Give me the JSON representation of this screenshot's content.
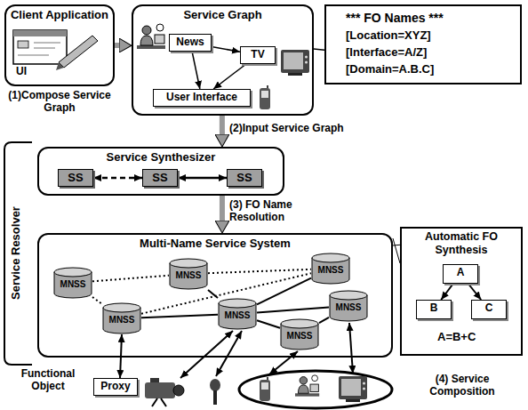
{
  "diagram": {
    "nodes": [
      {
        "text": [
          "Client Application"
        ]
      },
      {
        "text": [
          "Service Graph"
        ]
      },
      {
        "text": [
          "News"
        ],
        "in": 1
      },
      {
        "text": [
          "TV"
        ],
        "in": 1
      },
      {
        "text": [
          "User Interface"
        ],
        "in": 1
      },
      {
        "text": [
          "*** FO Names ***",
          "[Location=XYZ]",
          "[Interface=A/Z]",
          "[Domain=A.B.C]"
        ]
      },
      {
        "text": [
          "Service Synthesizer"
        ]
      },
      {
        "text": [
          "SS"
        ],
        "in": 6
      },
      {
        "text": [
          "SS"
        ],
        "in": 6
      },
      {
        "text": [
          "SS"
        ],
        "in": 6
      },
      {
        "text": [
          "Multi-Name Service System"
        ]
      },
      {
        "text": [
          "MNSS"
        ],
        "in": 10
      },
      {
        "text": [
          "MNSS"
        ],
        "in": 10
      },
      {
        "text": [
          "MNSS"
        ],
        "in": 10
      },
      {
        "text": [
          "MNSS"
        ],
        "in": 10
      },
      {
        "text": [
          "MNSS"
        ],
        "in": 10
      },
      {
        "text": [
          "MNSS"
        ],
        "in": 10
      },
      {
        "text": [
          "MNSS"
        ],
        "in": 10
      },
      {
        "text": [
          "Automatic FO Synthesis"
        ]
      },
      {
        "text": [
          "A"
        ],
        "in": 18
      },
      {
        "text": [
          "B"
        ],
        "in": 18
      },
      {
        "text": [
          "C"
        ],
        "in": 18
      },
      {
        "text": [
          "Proxy"
        ]
      }
    ],
    "edges": [
      {
        "from": 0,
        "to": 1,
        "arrow": "to"
      },
      {
        "from": 2,
        "to": 3,
        "arrow": "to"
      },
      {
        "from": 2,
        "to": 4,
        "arrow": "to"
      },
      {
        "from": 3,
        "to": 4,
        "arrow": "to"
      },
      {
        "from": 1,
        "to": 5,
        "arrow": "none"
      },
      {
        "from": 1,
        "to": 6,
        "arrow": "to"
      },
      {
        "from": 7,
        "to": 8,
        "arrow": "both"
      },
      {
        "from": 8,
        "to": 9,
        "arrow": "both"
      },
      {
        "from": 6,
        "to": 10,
        "arrow": "to"
      },
      {
        "from": 11,
        "to": 12,
        "arrow": "none"
      },
      {
        "from": 11,
        "to": 14,
        "arrow": "none"
      },
      {
        "from": 12,
        "to": 13,
        "arrow": "none"
      },
      {
        "from": 14,
        "to": 13,
        "arrow": "none"
      },
      {
        "from": 12,
        "to": 15,
        "arrow": "none"
      },
      {
        "from": 14,
        "to": 15,
        "arrow": "none"
      },
      {
        "from": 15,
        "to": 13,
        "arrow": "none"
      },
      {
        "from": 15,
        "to": 16,
        "arrow": "none"
      },
      {
        "from": 15,
        "to": 17,
        "arrow": "none"
      },
      {
        "from": 16,
        "to": 17,
        "arrow": "none"
      },
      {
        "from": 10,
        "to": 18,
        "arrow": "none"
      },
      {
        "from": 19,
        "to": 20,
        "arrow": "to"
      },
      {
        "from": 19,
        "to": 21,
        "arrow": "to"
      },
      {
        "from": 14,
        "to": 22,
        "arrow": "both"
      }
    ],
    "labels": [
      "UI",
      "(1)Compose Service Graph",
      "(2)Input Service Graph",
      "(3) FO Name Resolution",
      "Service Resolver",
      "A=B+C",
      "Functional Object",
      "(4) Service Composition"
    ]
  }
}
